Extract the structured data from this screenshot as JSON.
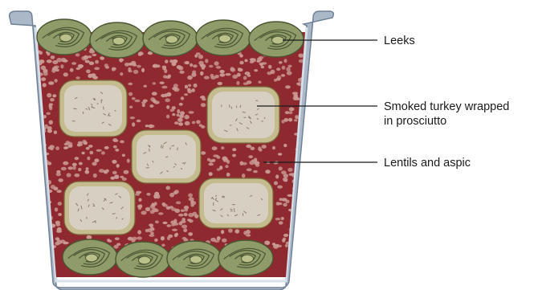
{
  "labels": {
    "leeks": "Leeks",
    "turkey_line1": "Smoked turkey wrapped",
    "turkey_line2": "in prosciutto",
    "lentils": "Lentils and aspic"
  },
  "colors": {
    "container_frame": "#aab8c8",
    "container_frame_dark": "#6f8196",
    "filling": "#8e2a2f",
    "lentil": "#c99a93",
    "leek_fill": "#8f9c6a",
    "leek_stroke": "#4a5532",
    "turkey_fill": "#d8cfc3",
    "turkey_edge": "#c4bc8e",
    "label_text": "#1a1a1a"
  }
}
